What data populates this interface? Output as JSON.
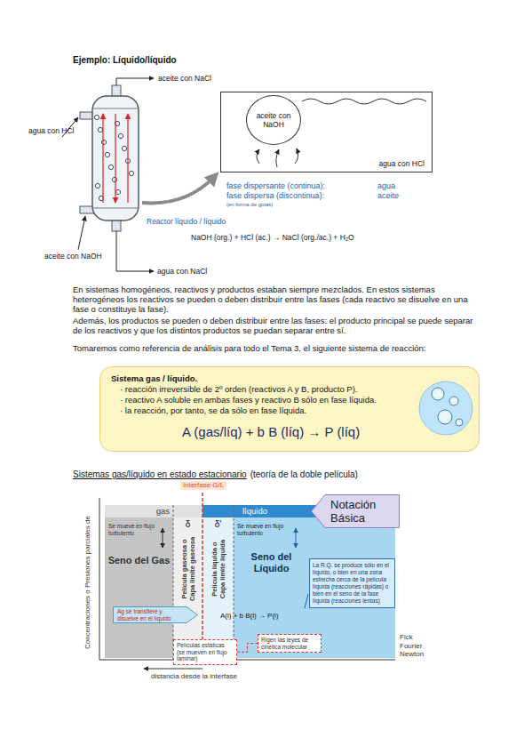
{
  "diagram": {
    "title": "Ejemplo: Líquido/líquido",
    "nodes": [
      {
        "text": [
          "agua con HCl"
        ]
      },
      {
        "text": [
          "aceite con NaOH"
        ],
        "in": 0
      },
      {
        "text": [
          "Sistema gas / líquido.",
          "· reacción irreversible de 2º orden (reactivos A y B, producto P).",
          "· reactivo A soluble en ambas fases y reactivo B sólo en fase líquida.",
          "· la reacción, por tanto, se da sólo en fase líquida.",
          "A (gas/líq) + b B (líq) → P (líq)"
        ]
      },
      {
        "text": [
          "gas",
          "Se mueve en flujo turbulento",
          "Seno del Gas"
        ]
      },
      {
        "text": [
          "δ",
          "Película gaseosa o Capa límite gaseosa"
        ]
      },
      {
        "text": [
          "δ'",
          "Película líquida o Capa límite líquida"
        ]
      },
      {
        "text": [
          "líquido",
          "Se mueve en flujo turbulento",
          "Seno del Líquido"
        ]
      },
      {
        "text": [
          "La R.Q. se produce sólo en el líquido, o bien en una zona estrecha cerca de la película líquida (reacciones rápidas) o bien en el seno de la fase líquida (reacciones lentas)"
        ],
        "in": 6
      },
      {
        "text": [
          "Notación Básica"
        ]
      },
      {
        "text": [
          "Ag se transfiere y disuelve en el líquido"
        ]
      },
      {
        "text": [
          "Películas estáticas (se mueven en flujo laminar)"
        ]
      },
      {
        "text": [
          "Rigen las leyes de cinética molecular"
        ]
      }
    ],
    "edges": [
      {
        "from": 10,
        "to": 11,
        "arrow": "none"
      }
    ],
    "labels": [
      "aceite con NaCl",
      "agua con HCl",
      "aceite con NaOH",
      "agua con NaCl",
      "fase dispersante (continua):",
      "agua",
      "fase dispersa (discontinua):",
      "aceite",
      "(en forma de gotas)",
      "Reactor líquido / líquido",
      "NaOH (org.) + HCl (ac.) → NaCl (org./ac.) + H₂O",
      "En sistemas homogéneos, reactivos y productos estaban siempre mezclados. En estos sistemas heterogéneos los reactivos se pueden o deben distribuir entre las fases (cada reactivo se disuelve en una fase o constituye la fase).",
      "Además, los productos se pueden o deben distribuir entre las fases: el producto principal se puede separar de los reactivos y que los distintos productos se puedan separar entre sí.",
      "Tomaremos como referencia de análisis para todo el Tema 3, el siguiente sistema de reacción:",
      "Sistemas gas/líquido en estado estacionario",
      "(teoría de la doble película)",
      "Interfase G/L",
      "Concentraciones o Presiones parciales de",
      "A(l) + b B(l) → P(l)",
      "Fick Fourier Newton",
      "distancia desde la interfase"
    ]
  }
}
